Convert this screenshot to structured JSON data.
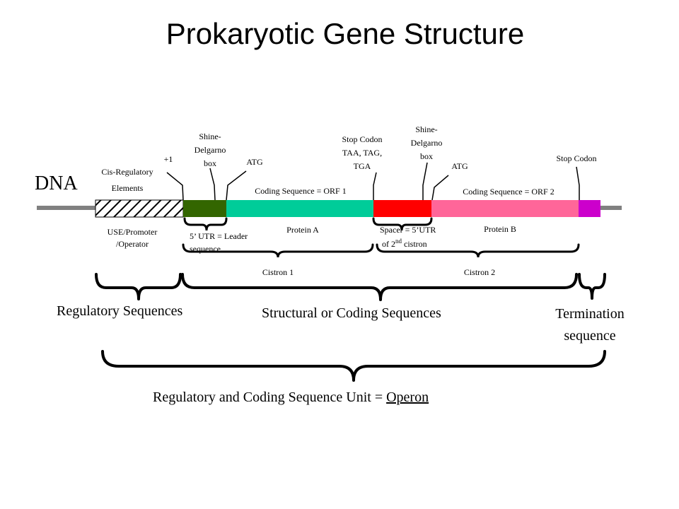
{
  "title": "Prokaryotic Gene Structure",
  "dna_label": "DNA",
  "colors": {
    "backbone": "#808080",
    "promoter_hatch": "#000000",
    "shine_delgarno_1": "#336600",
    "orf1": "#00cc99",
    "spacer": "#ff0000",
    "orf2": "#ff6699",
    "stop": "#cc00cc"
  },
  "top_labels": {
    "cis_regulatory": [
      "Cis-Regulatory",
      "Elements"
    ],
    "plus_one": "+1",
    "shine_delgarno_1": [
      "Shine-",
      "Delgarno",
      "box"
    ],
    "atg_1": "ATG",
    "coding_orf1": "Coding Sequence = ORF 1",
    "stop_codon_1": [
      "Stop Codon",
      "TAA, TAG,",
      "TGA"
    ],
    "shine_delgarno_2": [
      "Shine-",
      "Delgarno",
      "box"
    ],
    "atg_2": "ATG",
    "coding_orf2": "Coding Sequence = ORF 2",
    "stop_codon_2": "Stop Codon"
  },
  "bottom_labels": {
    "promoter": [
      "USE/Promoter",
      "/Operator"
    ],
    "utr_leader": [
      "5’ UTR = Leader",
      "sequence"
    ],
    "protein_a": "Protein A",
    "spacer": [
      "Spacer = 5’UTR",
      "of 2",
      "nd",
      " cistron"
    ],
    "protein_b": "Protein B",
    "cistron_1": "Cistron 1",
    "cistron_2": "Cistron 2"
  },
  "groups": {
    "regulatory": "Regulatory Sequences",
    "structural": "Structural or Coding Sequences",
    "termination": [
      "Termination",
      "sequence"
    ],
    "operon_prefix": "Regulatory and Coding Sequence Unit = ",
    "operon_word": "Operon"
  }
}
